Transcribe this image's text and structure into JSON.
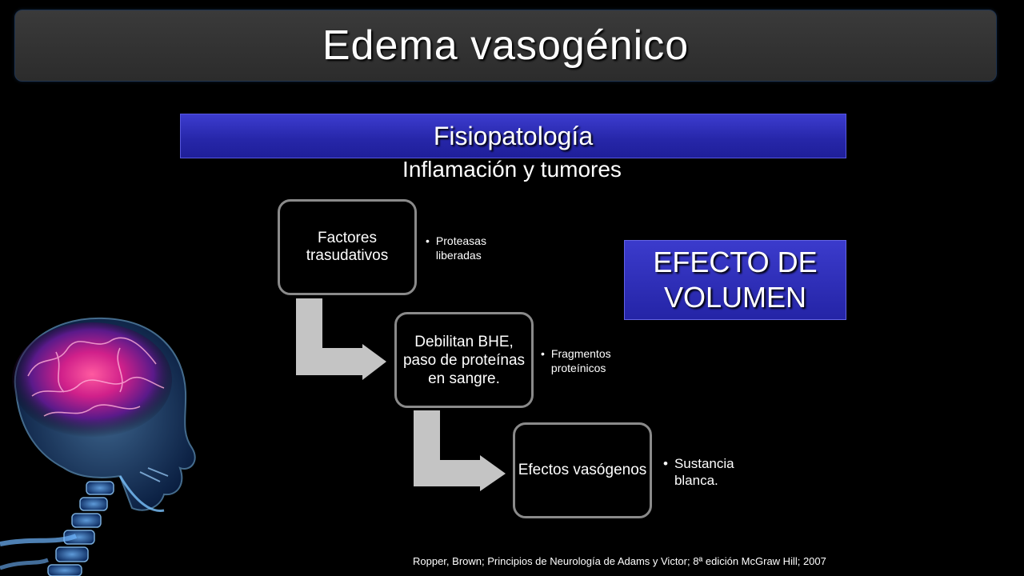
{
  "title": "Edema vasogénico",
  "subtitle": "Fisiopatología",
  "topic": "Inflamación y tumores",
  "volume_label": [
    "EFECTO DE",
    "VOLUMEN"
  ],
  "flow": {
    "steps": [
      {
        "label": "Factores trasudativos",
        "bullet": [
          "Proteasas",
          "liberadas"
        ]
      },
      {
        "label": "Debilitan BHE, paso de proteínas en sangre.",
        "bullet": [
          "Fragmentos",
          "proteínicos"
        ]
      },
      {
        "label": "Efectos vasógenos",
        "bullet": [
          "Sustancia",
          "blanca."
        ]
      }
    ]
  },
  "reference": "Ropper, Brown; Principios de Neurología de Adams y Victor; 8ª edición McGraw Hill; 2007",
  "colors": {
    "background": "#000000",
    "title_bar": "#2f2f2f",
    "accent_blue": "#2b2bb5",
    "connector_arrow": "#c4c4c4",
    "box_border": "#8a8a8a"
  }
}
